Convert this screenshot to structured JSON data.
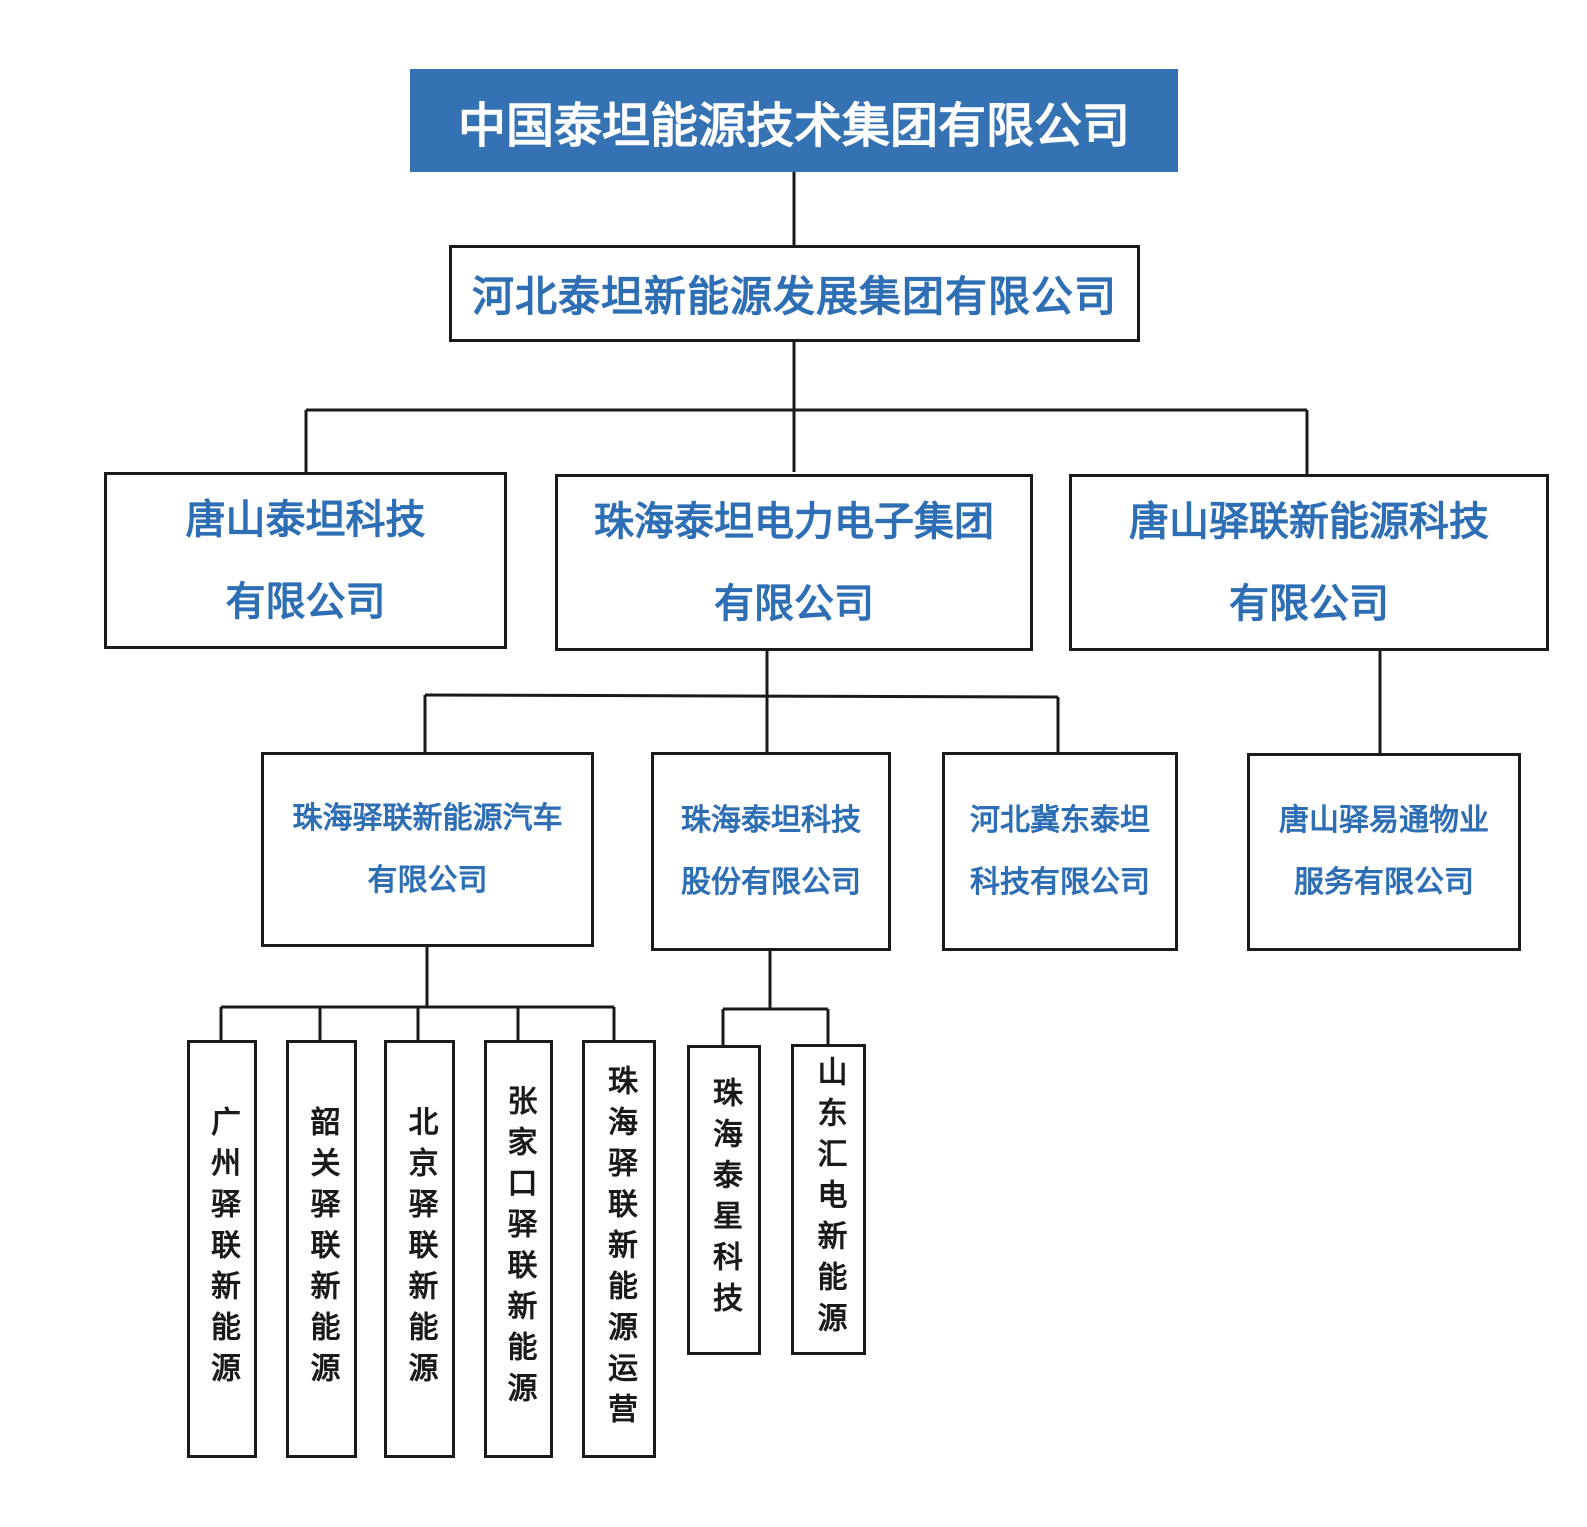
{
  "root": "中国泰坦能源技术集团有限公司",
  "level1": "河北泰坦新能源发展集团有限公司",
  "level2": [
    {
      "line1": "唐山泰坦科技",
      "line2": "有限公司"
    },
    {
      "line1": "珠海泰坦电力电子集团",
      "line2": "有限公司"
    },
    {
      "line1": "唐山驿联新能源科技",
      "line2": "有限公司"
    }
  ],
  "level3": [
    {
      "line1": "珠海驿联新能源汽车",
      "line2": "有限公司"
    },
    {
      "line1": "珠海泰坦科技",
      "line2": "股份有限公司"
    },
    {
      "line1": "河北冀东泰坦",
      "line2": "科技有限公司"
    },
    {
      "line1": "唐山驿易通物业",
      "line2": "服务有限公司"
    }
  ],
  "level4": [
    "广州驿联新能源",
    "韶关驿联新能源",
    "北京驿联新能源",
    "张家口驿联新能源",
    "珠海驿联新能源运营",
    "珠海泰星科技",
    "山东汇电新能源"
  ],
  "colors": {
    "root_fill": "#3572b3",
    "box_text": "#2e6eb4",
    "leaf_text": "#1a1a1a",
    "line": "#1a1a1a"
  }
}
